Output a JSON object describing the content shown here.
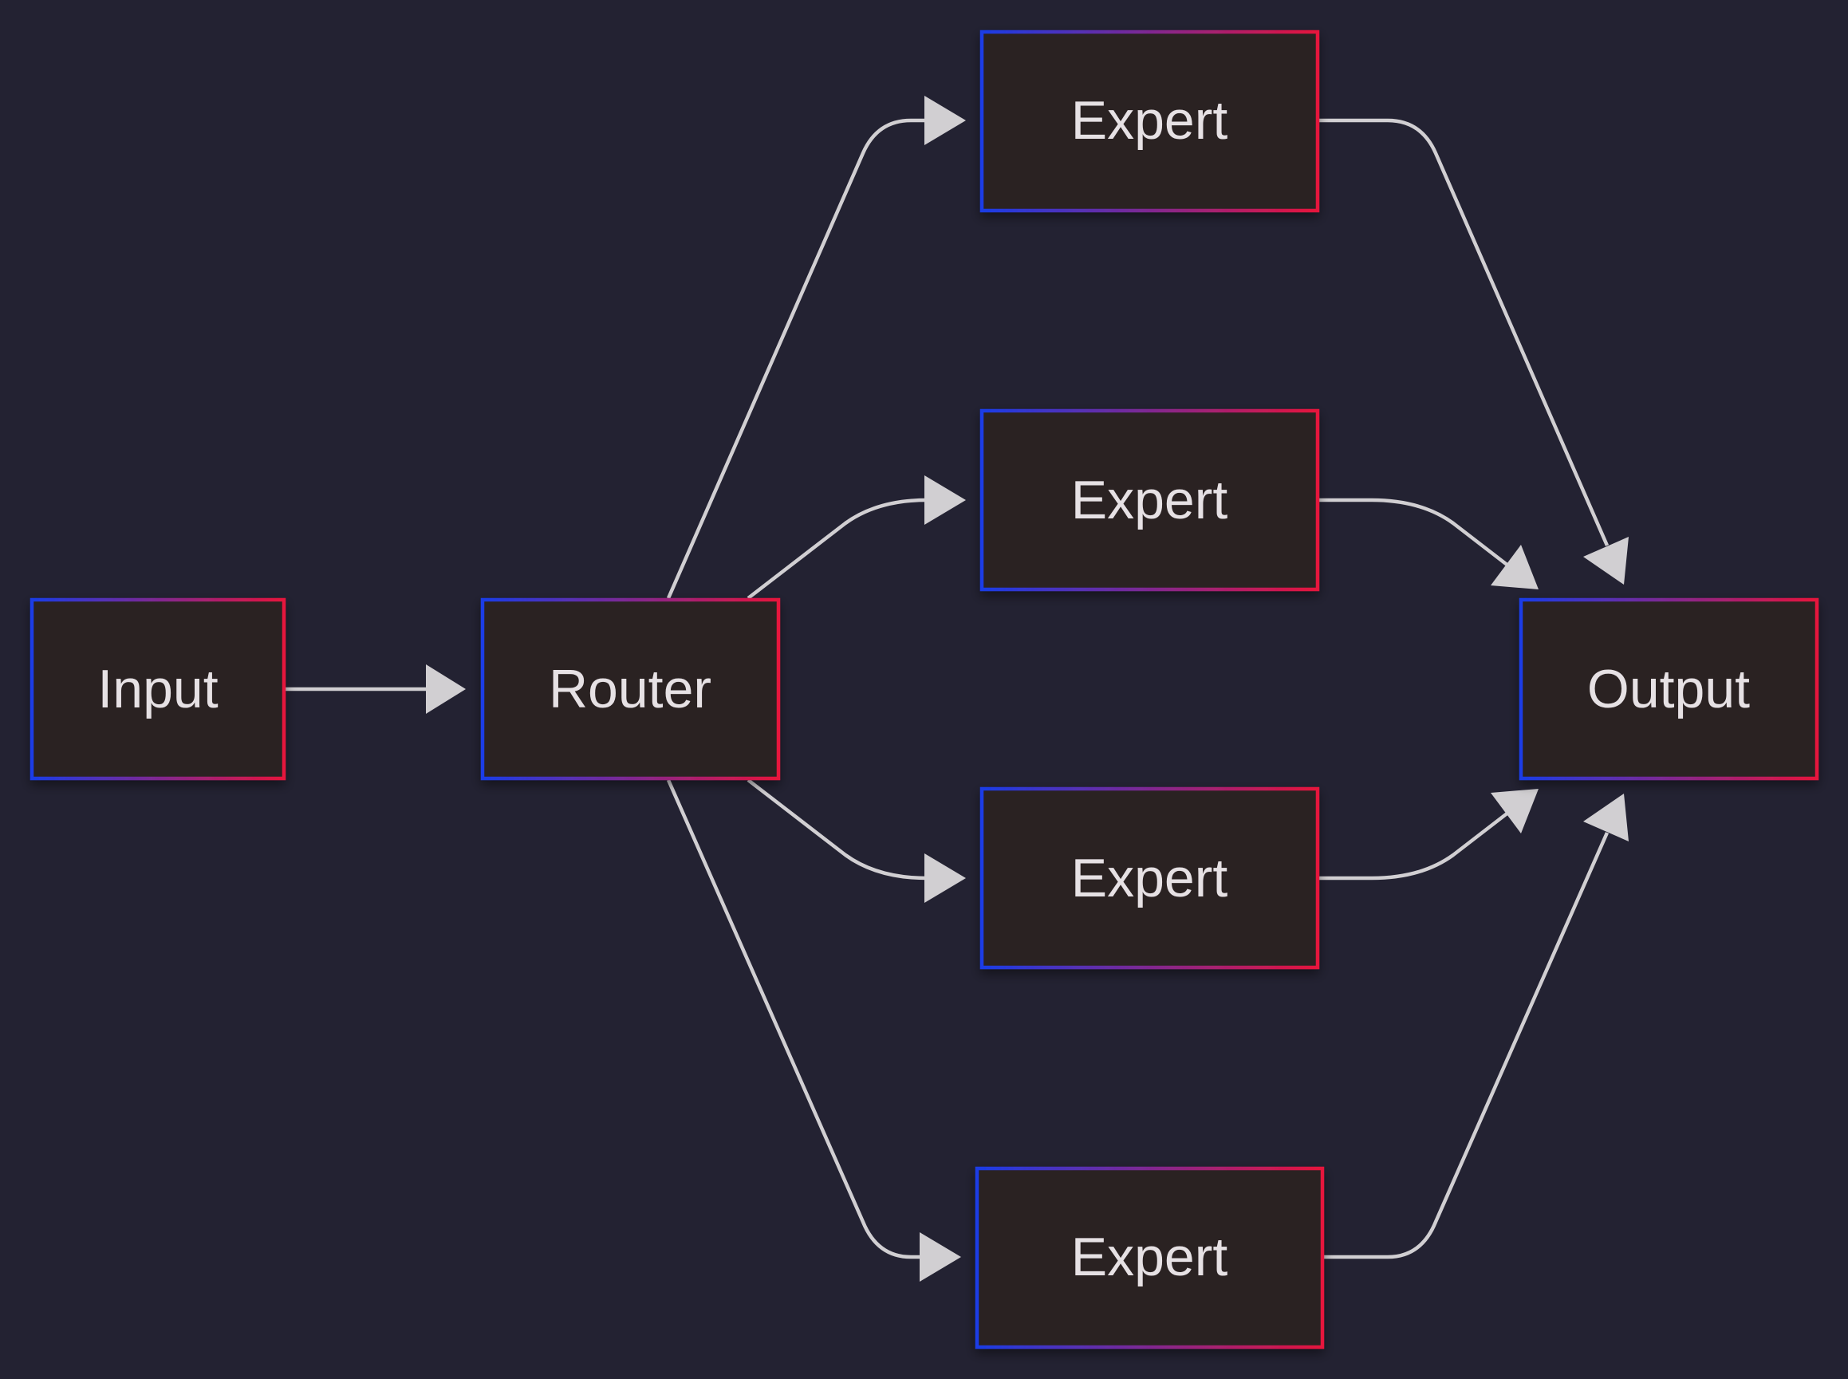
{
  "diagram": {
    "type": "flowchart",
    "direction": "left-to-right",
    "nodes": [
      {
        "id": "input",
        "label": "Input"
      },
      {
        "id": "router",
        "label": "Router"
      },
      {
        "id": "expert1",
        "label": "Expert"
      },
      {
        "id": "expert2",
        "label": "Expert"
      },
      {
        "id": "expert3",
        "label": "Expert"
      },
      {
        "id": "expert4",
        "label": "Expert"
      },
      {
        "id": "output",
        "label": "Output"
      }
    ],
    "edges": [
      {
        "from": "input",
        "to": "router"
      },
      {
        "from": "router",
        "to": "expert1"
      },
      {
        "from": "router",
        "to": "expert2"
      },
      {
        "from": "router",
        "to": "expert3"
      },
      {
        "from": "router",
        "to": "expert4"
      },
      {
        "from": "expert1",
        "to": "output"
      },
      {
        "from": "expert2",
        "to": "output"
      },
      {
        "from": "expert3",
        "to": "output"
      },
      {
        "from": "expert4",
        "to": "output"
      }
    ]
  },
  "colors": {
    "background": "#232232",
    "node_fill": "#2c2022",
    "border_gradient_start": "#1a3ce6",
    "border_gradient_end": "#e6143c",
    "edge": "#d1cfd2",
    "label": "#e6e1e4"
  }
}
